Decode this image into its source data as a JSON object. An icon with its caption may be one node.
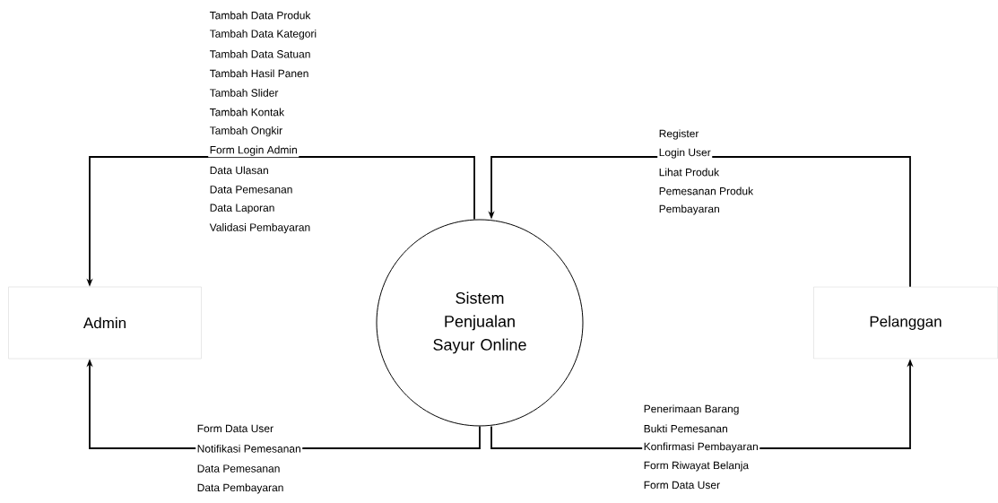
{
  "diagram": {
    "nodes": [
      {
        "text": [
          "Admin"
        ]
      },
      {
        "text": [
          "Sistem Penjualan Sayur Online"
        ]
      },
      {
        "text": [
          "Pelanggan"
        ]
      }
    ],
    "edges": [
      {
        "from": 1,
        "to": 0,
        "arrow": "to"
      },
      {
        "from": 2,
        "to": 1,
        "arrow": "to"
      },
      {
        "from": 1,
        "to": 0,
        "arrow": "to"
      },
      {
        "from": 1,
        "to": 2,
        "arrow": "to"
      }
    ],
    "labels": [
      "Tambah Data Produk",
      "Tambah Data Kategori",
      "Tambah Data Satuan",
      "Tambah Hasil Panen",
      "Tambah Slider",
      "Tambah Kontak",
      "Tambah Ongkir",
      "Form Login Admin",
      "Data Ulasan",
      "Data Pemesanan",
      "Data Laporan",
      "Validasi Pembayaran",
      "Register",
      "Login User",
      "Lihat Produk",
      "Pemesanan Produk",
      "Pembayaran",
      "Form Data User",
      "Notifikasi Pemesanan",
      "Data Pemesanan",
      "Data Pembayaran",
      "Penerimaan Barang",
      "Bukti Pemesanan",
      "Konfirmasi Pembayaran",
      "Form Riwayat Belanja",
      "Form Data User"
    ]
  }
}
